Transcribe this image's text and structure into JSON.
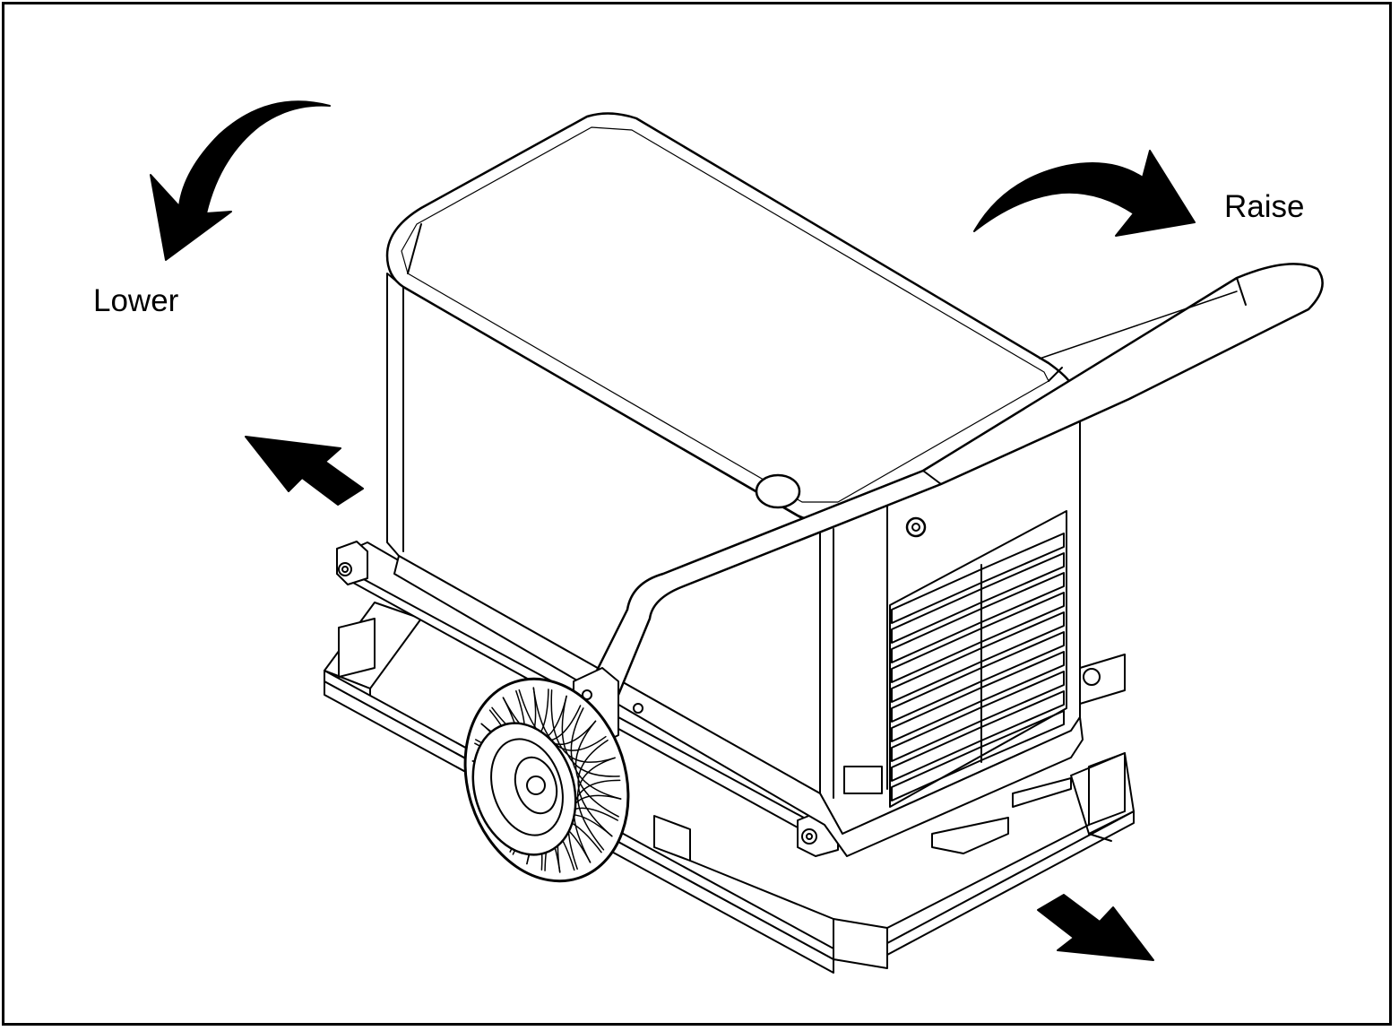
{
  "labels": {
    "lower": "Lower",
    "raise": "Raise"
  },
  "icons": {
    "lower_arrow": "curved-arrow-counterclockwise",
    "raise_arrow": "curved-arrow-clockwise",
    "move_left_arrow": "arrow-up-left",
    "move_right_arrow": "arrow-down-right"
  },
  "colors": {
    "line": "#000000",
    "background": "#ffffff"
  }
}
